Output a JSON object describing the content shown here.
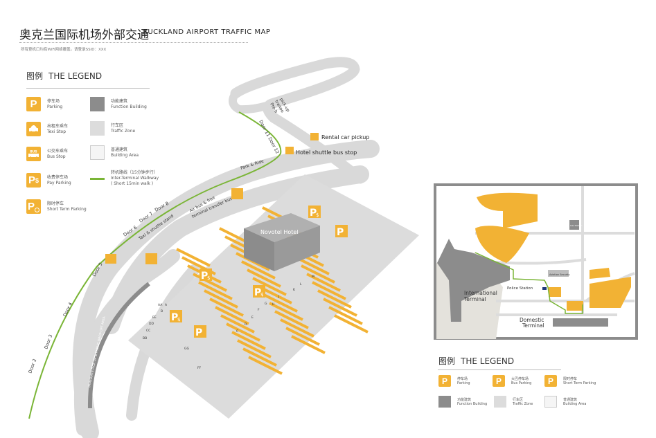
{
  "header": {
    "title_cn": "奥克兰国际机场外部交通",
    "title_en": "AUCKLAND  AIRPORT  TRAFFIC MAP",
    "wifi_note": "所有登机口均有WiFi网络覆盖。请登录SSID：XXX"
  },
  "legend": {
    "title_cn": "图例",
    "title_en": "THE LEGEND",
    "items": [
      {
        "icon": "parking-icon",
        "cn": "停车场",
        "en": "Parking"
      },
      {
        "icon": "taxi-icon",
        "cn": "出租车乘车",
        "en": "Texi Stop"
      },
      {
        "icon": "bus-icon",
        "cn": "公交车乘车",
        "en": "Bus Stop"
      },
      {
        "icon": "pay-parking-icon",
        "cn": "收费停车场",
        "en": "Pay Parking"
      },
      {
        "icon": "short-term-parking-icon",
        "cn": "限时停车",
        "en": "Short Term Parking"
      },
      {
        "icon": "function-building-swatch",
        "cn": "功能建筑",
        "en": "Function Building"
      },
      {
        "icon": "traffic-zone-swatch",
        "cn": "行车区",
        "en": "Traffic Zone"
      },
      {
        "icon": "building-area-swatch",
        "cn": "普通建筑",
        "en": "Building Area"
      },
      {
        "icon": "walkway-line",
        "cn": "转机路线（15分钟步行）",
        "en": "Inter-Terminal Walkway",
        "en2": "( Short 15min walk )"
      }
    ]
  },
  "map": {
    "doors": [
      "Door 2",
      "Door 3",
      "Door 4",
      "Door 5",
      "Door 6",
      "Door 7",
      "Door 8",
      "Door 11 Door 12"
    ],
    "labels": {
      "park_ride": "Park & Ride",
      "pre_b": "Pre-b",
      "tranpo": "tranpo",
      "pickup": "pick-up",
      "rental": "Rental car pickup",
      "hotel_shuttle": "Hotel shuttle bus stop",
      "taxi_stand": "Taxi & shuttle stand",
      "air_bus_1": "Air bus & free",
      "air_bus_2": "terminal transfer bus",
      "novotel": "Novotel Hotel",
      "dropoff": "IMMEDIATE PICK UP & PUBLIC DROP-OFF AREA"
    },
    "rows": [
      "A",
      "AA",
      "B",
      "BB",
      "CC",
      "DD",
      "EE",
      "C",
      "D",
      "E",
      "F",
      "G",
      "H",
      "J",
      "K",
      "L",
      "M",
      "GG",
      "FF"
    ],
    "icon_texts": {
      "parking": "P",
      "pay": "$",
      "bus": "BUS"
    }
  },
  "inset": {
    "international": [
      "International",
      "Terminal"
    ],
    "domestic": [
      "Domestic",
      "Terminal"
    ],
    "police": "Police Station",
    "aviation": "Aviation Security",
    "gas": "Gas Station"
  },
  "legend2": {
    "title_cn": "图例",
    "title_en": "THE LEGEND",
    "items": [
      {
        "cn": "停车场",
        "en": "Parking"
      },
      {
        "cn": "大巴停车场",
        "en": "Bus Parking"
      },
      {
        "cn": "限时停车",
        "en": "Short Term Parking"
      },
      {
        "cn": "功能建筑",
        "en": "Function Building"
      },
      {
        "cn": "行车区",
        "en": "Traffic Zone"
      },
      {
        "cn": "普通建筑",
        "en": "Building Area"
      }
    ]
  },
  "colors": {
    "parking": "#f2b234",
    "road": "#d9d9d9",
    "building": "#8c8c8c",
    "walkway": "#7ab536"
  }
}
